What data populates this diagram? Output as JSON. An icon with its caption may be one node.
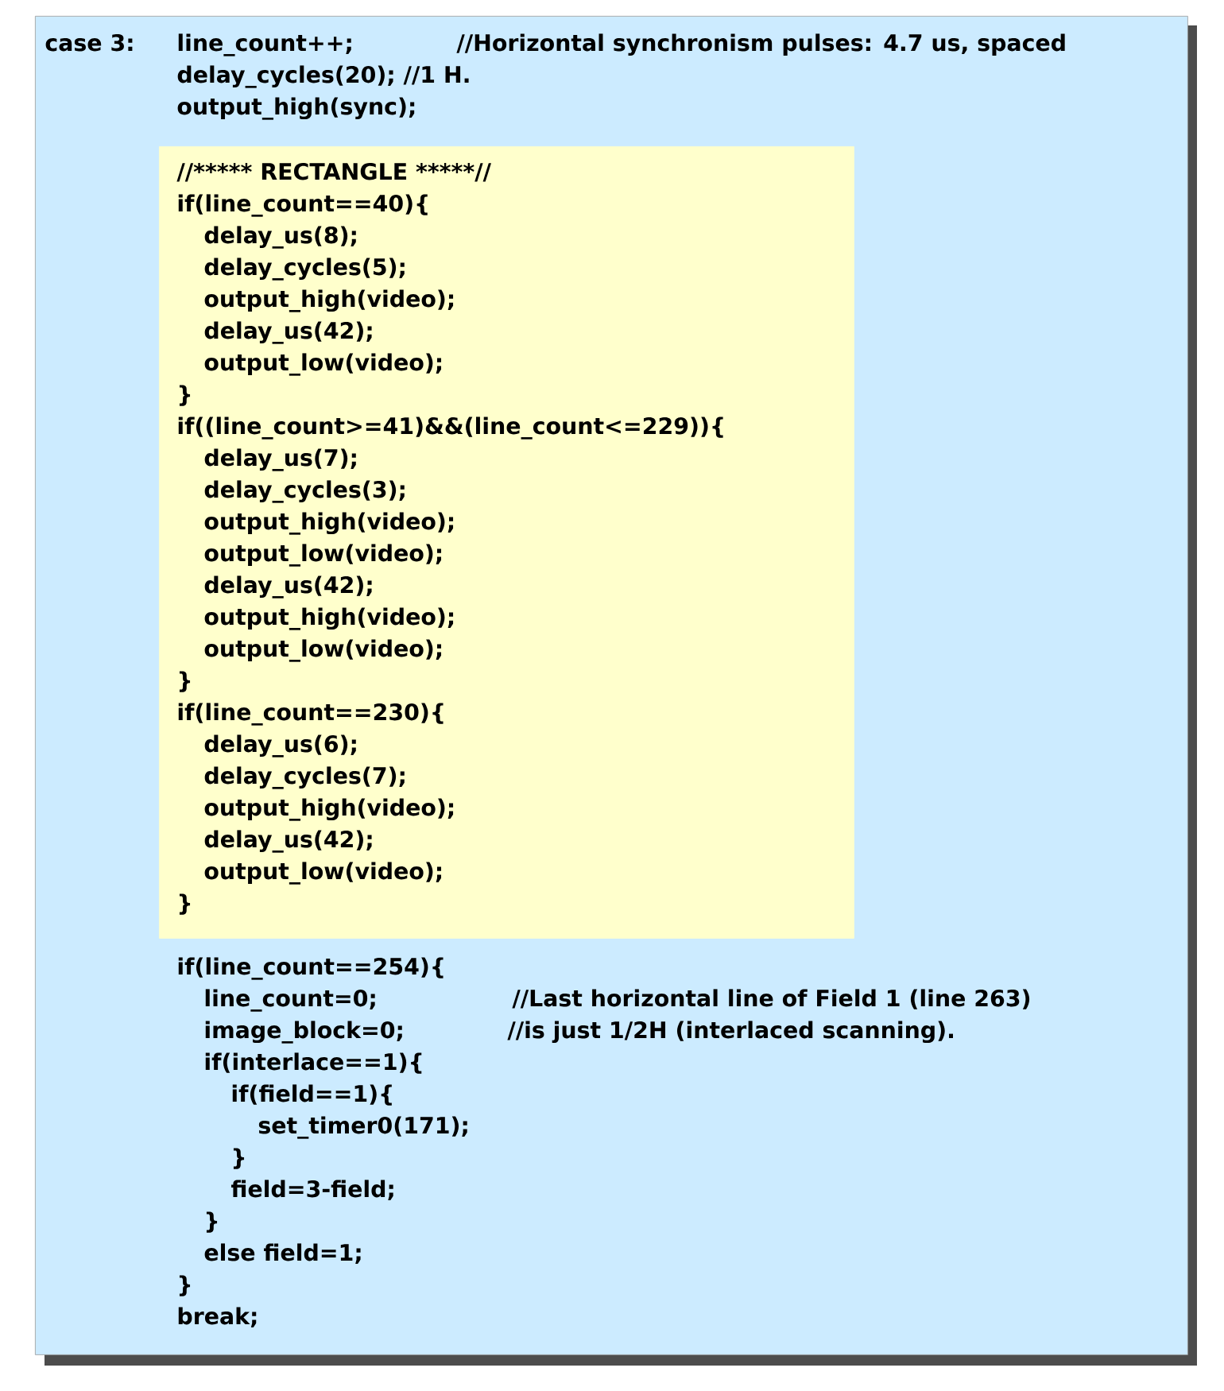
{
  "diagram": {
    "nodes": [
      {
        "text": [
          "case 3:",
          "line_count++;",
          "//Horizontal synchronism pulses: 4.7 us, spaced",
          "delay_cycles(20); //1 H.",
          "output_high(sync);",
          "if(line_count==254){",
          "line_count=0;",
          "//Last horizontal line of Field 1 (line 263)",
          "image_block=0;",
          "//is just 1/2H (interlaced scanning).",
          "if(interlace==1){",
          "if(field==1){",
          "set_timer0(171);",
          "}",
          "field=3-field;",
          "}",
          "else field=1;",
          "}",
          "break;"
        ]
      },
      {
        "text": [
          "//***** RECTANGLE *****//",
          "if(line_count==40){",
          "delay_us(8);",
          "delay_cycles(5);",
          "output_high(video);",
          "delay_us(42);",
          "output_low(video);",
          "}",
          "if((line_count>=41)&&(line_count<=229)){",
          "delay_us(7);",
          "delay_cycles(3);",
          "output_high(video);",
          "output_low(video);",
          "delay_us(42);",
          "output_high(video);",
          "output_low(video);",
          "}",
          "if(line_count==230){",
          "delay_us(6);",
          "delay_cycles(7);",
          "output_high(video);",
          "delay_us(42);",
          "output_low(video);",
          "}"
        ],
        "in": 0
      }
    ]
  }
}
